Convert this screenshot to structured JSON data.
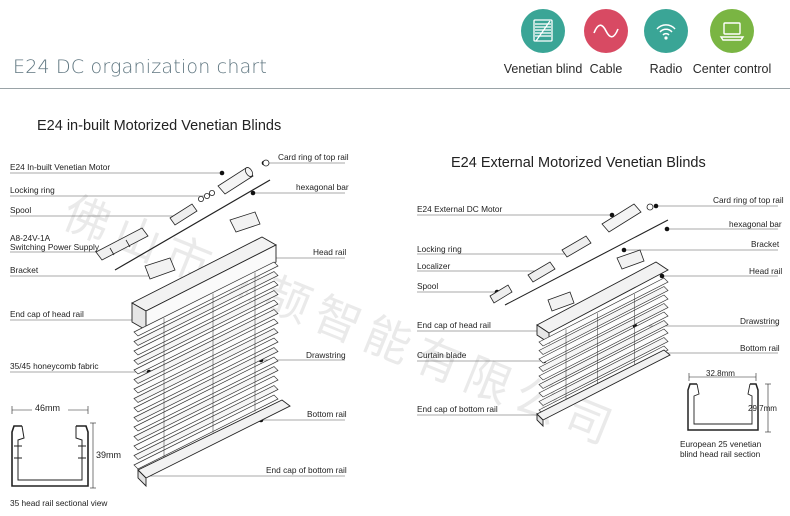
{
  "header": {
    "title": "E24 DC organization chart"
  },
  "categories": [
    {
      "name": "venetian-blind",
      "label": "Venetian blind",
      "color": "#3aa596",
      "icon": "venetian-blind-icon"
    },
    {
      "name": "cable",
      "label": "Cable",
      "color": "#d84a63",
      "icon": "cable-wave-icon"
    },
    {
      "name": "radio",
      "label": "Radio",
      "color": "#3aa596",
      "icon": "radio-signal-icon"
    },
    {
      "name": "center-control",
      "label": "Center control",
      "color": "#7ab543",
      "icon": "laptop-icon"
    }
  ],
  "left": {
    "title": "E24 in-built Motorized Venetian Blinds",
    "labels": {
      "motor": "E24 In-built Venetian Motor",
      "locking_ring": "Locking ring",
      "spool": "Spool",
      "power_supply_1": "A8-24V-1A",
      "power_supply_2": "Switching Power Supply",
      "bracket": "Bracket",
      "end_cap_head": "End cap of head rail",
      "fabric": "35/45 honeycomb fabric",
      "card_ring": "Card ring of top rail",
      "hex_bar": "hexagonal bar",
      "head_rail": "Head rail",
      "drawstring": "Drawstring",
      "bottom_rail": "Bottom rail",
      "end_cap_bottom": "End cap of bottom rail"
    },
    "section": {
      "width": "46mm",
      "height": "39mm",
      "caption": "35 head rail sectional view"
    }
  },
  "right": {
    "title": "E24 External Motorized Venetian Blinds",
    "labels": {
      "motor": "E24 External DC Motor",
      "locking_ring": "Locking ring",
      "localizer": "Localizer",
      "spool": "Spool",
      "end_cap_head": "End cap of head rail",
      "curtain_blade": "Curtain blade",
      "end_cap_bottom": "End cap of bottom rail",
      "card_ring": "Card ring of top rail",
      "hex_bar": "hexagonal bar",
      "bracket": "Bracket",
      "head_rail": "Head rail",
      "drawstring": "Drawstring",
      "bottom_rail": "Bottom rail"
    },
    "section": {
      "width": "32.8mm",
      "height": "29.7mm",
      "caption_1": "European 25 venetian",
      "caption_2": "blind head rail section"
    }
  },
  "watermark": "佛山市霖颉智能有限公司"
}
